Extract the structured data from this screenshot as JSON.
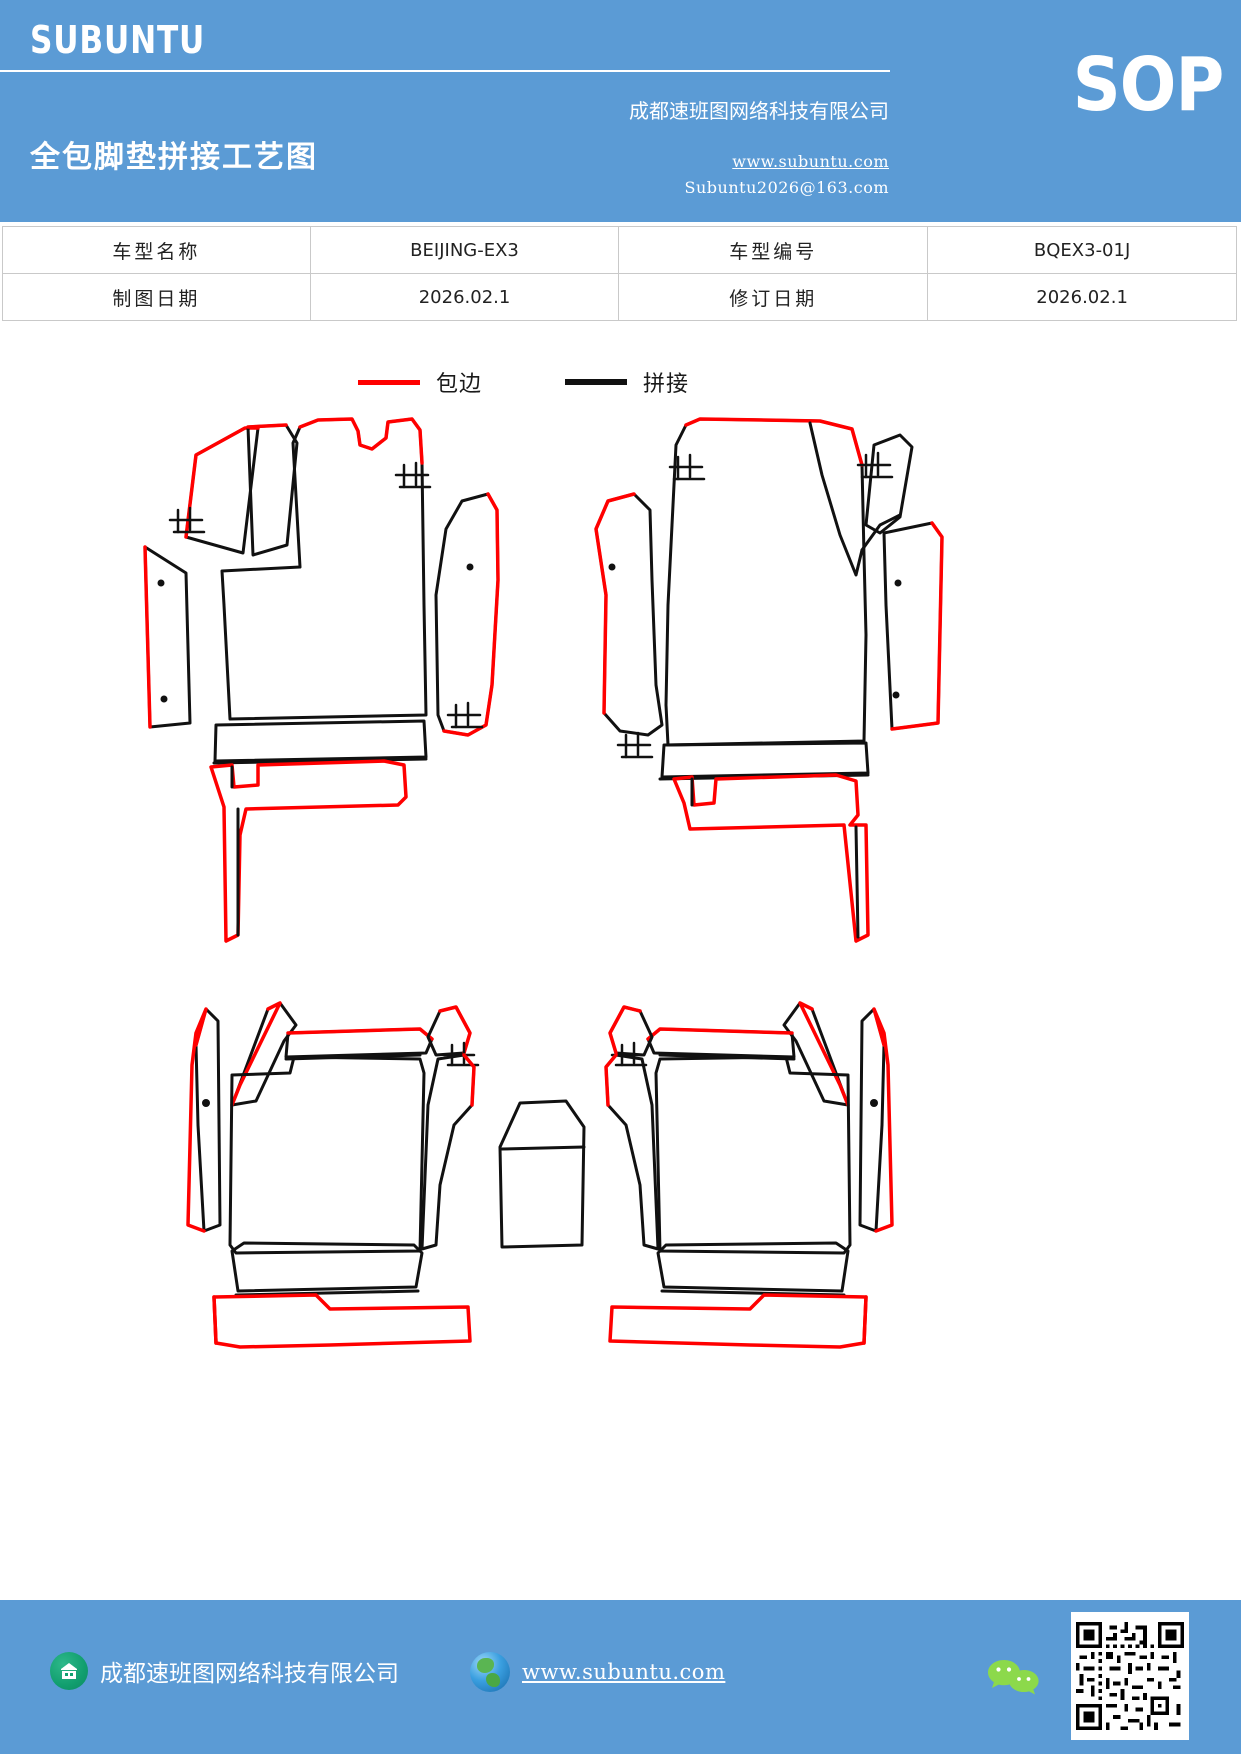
{
  "header": {
    "brand": "SUBUNTU",
    "doc_title": "全包脚垫拼接工艺图",
    "company": "成都速班图网络科技有限公司",
    "badge": "SOP",
    "url": "www.subuntu.com",
    "email": "Subuntu2026@163.com",
    "bg_color": "#5B9BD5"
  },
  "info_table": {
    "rows": [
      {
        "label_1": "车型名称",
        "value_1": "BEIJING-EX3",
        "label_2": "车型编号",
        "value_2": "BQEX3-01J"
      },
      {
        "label_1": "制图日期",
        "value_1": "2026.02.1",
        "label_2": "修订日期",
        "value_2": "2026.02.1"
      }
    ]
  },
  "legend": {
    "items": [
      {
        "label": "包边",
        "color": "#FF0000",
        "meaning": "edge-binding"
      },
      {
        "label": "拼接",
        "color": "#111111",
        "meaning": "splice-seam"
      }
    ]
  },
  "drawing": {
    "title": "全包脚垫拼接工艺图",
    "description": "Full-coverage car floor mat splice pattern layout: driver side front group, passenger side front group, rear left mat, rear right mat and center tunnel piece.",
    "pieces": [
      {
        "name": "front-left-mat-group",
        "position": "top-left"
      },
      {
        "name": "front-right-mat-group",
        "position": "top-right"
      },
      {
        "name": "rear-left-mat",
        "position": "bottom-left"
      },
      {
        "name": "center-tunnel-piece",
        "position": "bottom-center"
      },
      {
        "name": "rear-right-mat",
        "position": "bottom-right"
      }
    ],
    "stop_marks": "止",
    "line_colors": {
      "binding": "#FF0000",
      "splice": "#111111"
    }
  },
  "footer": {
    "company": "成都速班图网络科技有限公司",
    "url": "www.subuntu.com",
    "bg_color": "#5B9BD5"
  }
}
